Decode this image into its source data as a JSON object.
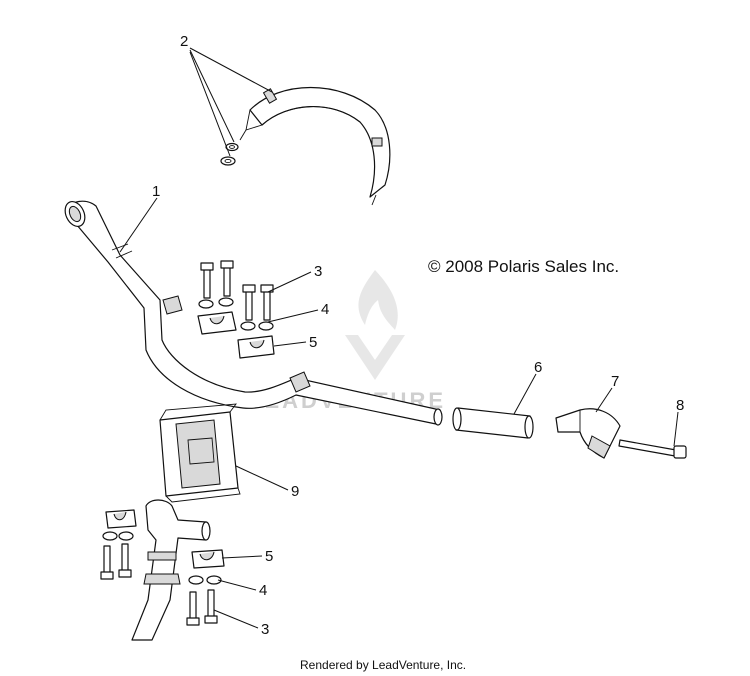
{
  "copyright": "© 2008 Polaris Sales Inc.",
  "footer": "Rendered by LeadVenture, Inc.",
  "watermark": "LEADVENTURE",
  "callouts": [
    {
      "id": "c2",
      "label": "2"
    },
    {
      "id": "c1",
      "label": "1"
    },
    {
      "id": "c3a",
      "label": "3"
    },
    {
      "id": "c4a",
      "label": "4"
    },
    {
      "id": "c5a",
      "label": "5"
    },
    {
      "id": "c6",
      "label": "6"
    },
    {
      "id": "c7",
      "label": "7"
    },
    {
      "id": "c8",
      "label": "8"
    },
    {
      "id": "c9",
      "label": "9"
    },
    {
      "id": "c5b",
      "label": "5"
    },
    {
      "id": "c4b",
      "label": "4"
    },
    {
      "id": "c3b",
      "label": "3"
    }
  ]
}
